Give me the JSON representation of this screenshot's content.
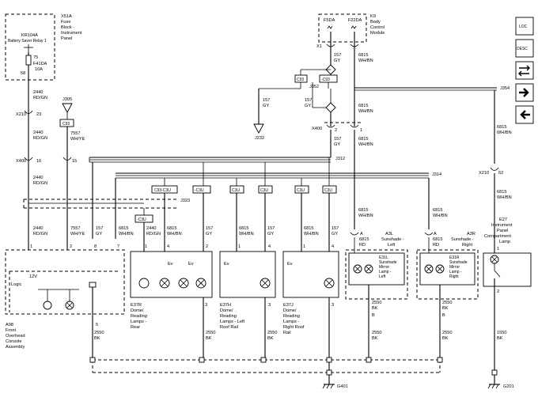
{
  "modules": {
    "x51a": {
      "id": "X51A",
      "l1": "Fuse",
      "l2": "Block -",
      "l3": "Instrument",
      "l4": "Panel"
    },
    "k9": {
      "id": "K9",
      "l1": "Body",
      "l2": "Control",
      "l3": "Module"
    },
    "a98": {
      "l1": "A98",
      "l2": "Front",
      "l3": "Overhead",
      "l4": "Console",
      "l5": "Assembly"
    },
    "e27": {
      "id": "E27",
      "l1": "Instrument",
      "l2": "Panel",
      "l3": "Compartment",
      "l4": "Lamp"
    }
  },
  "fuses": {
    "relay": "KR104A",
    "relay_name": "Battery Saver Relay 1",
    "f41da": "F41DA",
    "f41da_rating": "10A",
    "f5da": "F5DA",
    "f22da": "F22DA"
  },
  "lamps": {
    "e37r": {
      "l1": "E37R",
      "l2": "Dome/",
      "l3": "Reading",
      "l4": "Lamps -",
      "l5": "Rear"
    },
    "e37h": {
      "l1": "E37H",
      "l2": "Dome/",
      "l3": "Reading",
      "l4": "Lamps - Left",
      "l5": "Roof Rail"
    },
    "e37j": {
      "l1": "E37J",
      "l2": "Dome/",
      "l3": "Reading",
      "l4": "Lamps -",
      "l5": "Right Roof",
      "l6": "Rail"
    },
    "a3l": {
      "name": "A3L",
      "d1": "Sunshade -",
      "d2": "Left",
      "e1": "E31L",
      "e2": "Sunshade",
      "e3": "Mirror",
      "e4": "Lamp -",
      "e5": "Left"
    },
    "a3r": {
      "name": "A3R",
      "d1": "Sunshade -",
      "d2": "Right",
      "e1": "E31R",
      "e2": "Sunshade",
      "e3": "Mirror",
      "e4": "Lamp -",
      "e5": "Right"
    }
  },
  "connectors": {
    "x210": "X210",
    "x400": "X400",
    "x1": "X1",
    "j305": "J305",
    "j232": "J232",
    "j352": "J352",
    "j354": "J354",
    "j312": "J312",
    "j314": "J314",
    "j323": "J323",
    "c93": "C93",
    "c93b": "-C93",
    "c93_c3u": "C93-C3U",
    "c3u": "C3U",
    "c3u_neg": "-C3U"
  },
  "pins": {
    "p75": "75",
    "p58": "58",
    "p23": "23",
    "p16": "16",
    "p15": "15",
    "p2": "2",
    "p1": "1",
    "p62": "62",
    "p1b": "1",
    "p2b": "2",
    "p8": "8",
    "p7": "7",
    "p3": "3",
    "p4": "4",
    "pA": "A",
    "pB": "B",
    "p5": "5"
  },
  "wires": {
    "w2440": "2440",
    "rd_gn": "RD/GN",
    "w7557": "7557",
    "wh_ye": "WH/YE",
    "w157": "157",
    "gy": "GY",
    "w6815": "6815",
    "wh_bn": "WH/BN",
    "w2550": "2550",
    "bk": "BK",
    "w1550": "1550",
    "rd": "RD",
    "volt12": "12V",
    "logic": "Logic"
  },
  "grounds": {
    "g401": "G401",
    "g201": "G201"
  },
  "nav": {
    "loc": "LOC",
    "desc": "DESC"
  }
}
